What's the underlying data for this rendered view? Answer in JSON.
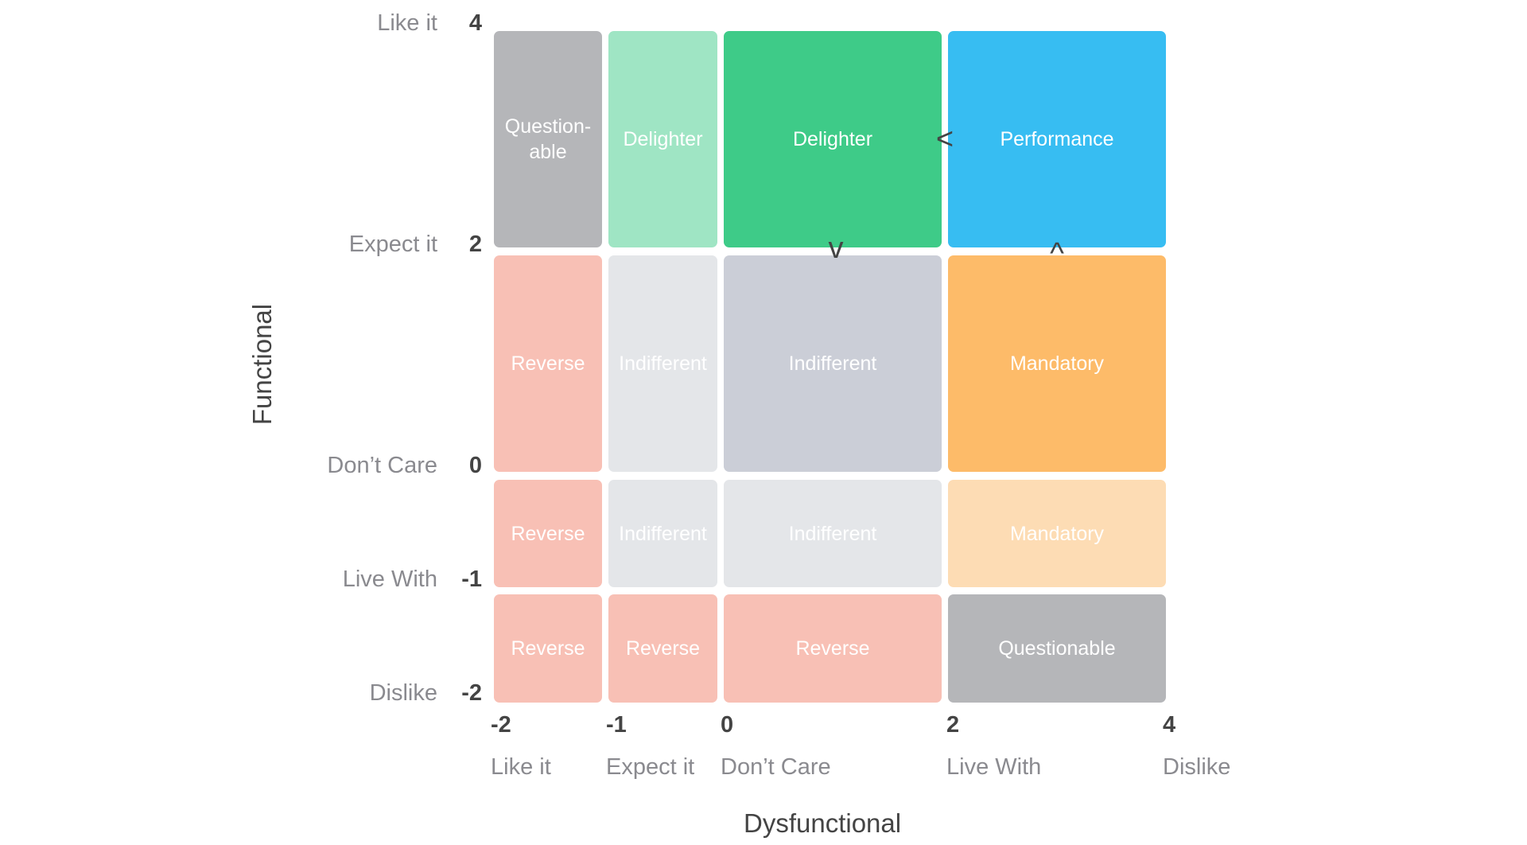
{
  "axes": {
    "y_title": "Functional",
    "x_title": "Dysfunctional",
    "y_ticks": [
      {
        "num": "4",
        "label": "Like it"
      },
      {
        "num": "2",
        "label": "Expect it"
      },
      {
        "num": "0",
        "label": "Don’t Care"
      },
      {
        "num": "-1",
        "label": "Live With"
      },
      {
        "num": "-2",
        "label": "Dislike"
      }
    ],
    "x_ticks": [
      {
        "num": "-2",
        "label": "Like it"
      },
      {
        "num": "-1",
        "label": "Expect it"
      },
      {
        "num": "0",
        "label": "Don’t Care"
      },
      {
        "num": "2",
        "label": "Live With"
      },
      {
        "num": "4",
        "label": "Dislike"
      }
    ]
  },
  "colors": {
    "questionable": "#b5b6b9",
    "delighter_light": "#9fe5c4",
    "delighter": "#3ecb88",
    "performance": "#37bdf2",
    "reverse": "#f8c0b5",
    "indifferent_light": "#e4e6e9",
    "indifferent": "#cbced7",
    "mandatory": "#fdbb69",
    "mandatory_light": "#fddcb4"
  },
  "grid": {
    "rows": [
      [
        {
          "label": "Question-\nable",
          "color": "#b5b6b9"
        },
        {
          "label": "Delighter",
          "color": "#9fe5c4"
        },
        {
          "label": "Delighter",
          "color": "#3ecb88"
        },
        {
          "label": "Performance",
          "color": "#37bdf2"
        }
      ],
      [
        {
          "label": "Reverse",
          "color": "#f8c0b5"
        },
        {
          "label": "Indifferent",
          "color": "#e4e6e9"
        },
        {
          "label": "Indifferent",
          "color": "#cbced7"
        },
        {
          "label": "Mandatory",
          "color": "#fdbb69"
        }
      ],
      [
        {
          "label": "Reverse",
          "color": "#f8c0b5"
        },
        {
          "label": "Indifferent",
          "color": "#e4e6e9"
        },
        {
          "label": "Indifferent",
          "color": "#e4e6e9"
        },
        {
          "label": "Mandatory",
          "color": "#fddcb4"
        }
      ],
      [
        {
          "label": "Reverse",
          "color": "#f8c0b5"
        },
        {
          "label": "Reverse",
          "color": "#f8c0b5"
        },
        {
          "label": "Reverse",
          "color": "#f8c0b5"
        },
        {
          "label": "Questionable",
          "color": "#b5b6b9"
        }
      ]
    ]
  },
  "arrows": [
    {
      "symbol": "<"
    },
    {
      "symbol": "v"
    },
    {
      "symbol": "^"
    }
  ]
}
